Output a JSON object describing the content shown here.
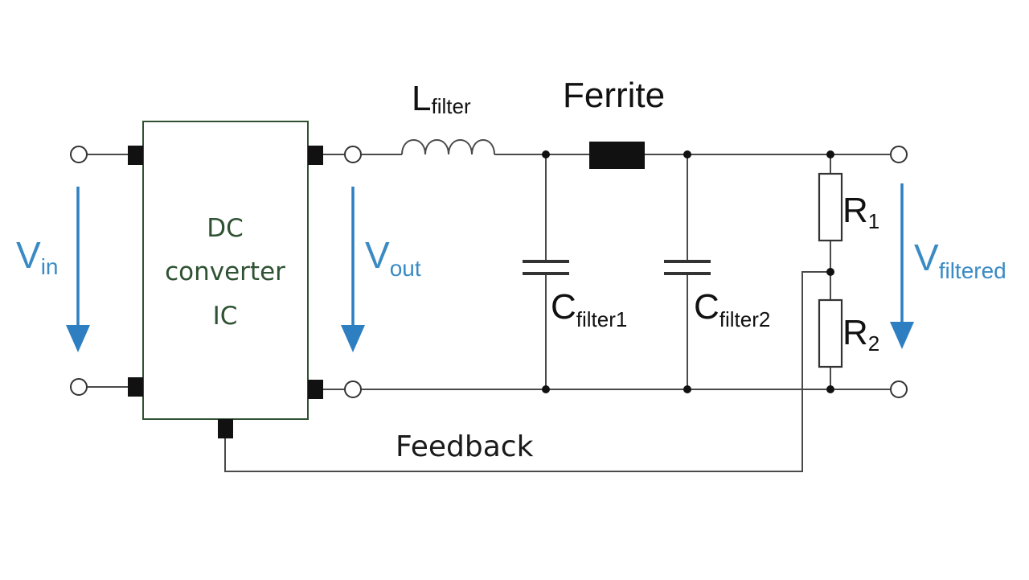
{
  "ic_block": {
    "line1": "DC",
    "line2": "converter",
    "line3": "IC"
  },
  "labels": {
    "vin_main": "V",
    "vin_sub": "in",
    "vout_main": "V",
    "vout_sub": "out",
    "vfiltered_main": "V",
    "vfiltered_sub": "filtered",
    "lfilter_main": "L",
    "lfilter_sub": "filter",
    "ferrite": "Ferrite",
    "cfilter1_main": "C",
    "cfilter1_sub": "filter1",
    "cfilter2_main": "C",
    "cfilter2_sub": "filter2",
    "r1_main": "R",
    "r1_sub": "1",
    "r2_main": "R",
    "r2_sub": "2",
    "feedback": "Feedback"
  },
  "colors": {
    "voltage_arrow": "#2e7fc1",
    "ic_text": "#2f5233"
  }
}
